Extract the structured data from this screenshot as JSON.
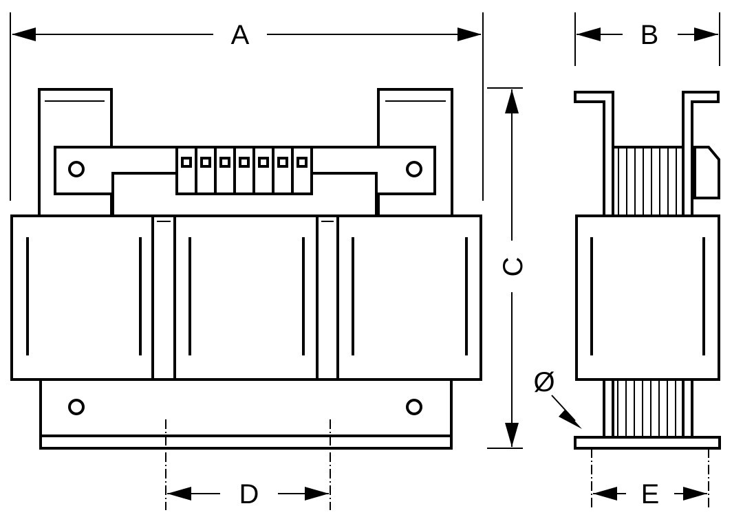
{
  "dimensions": {
    "A": "A",
    "B": "B",
    "C": "C",
    "D": "D",
    "E": "E",
    "diameter": "Ø"
  },
  "terminal_count": 7,
  "colors": {
    "line": "#000000",
    "background": "#ffffff"
  }
}
